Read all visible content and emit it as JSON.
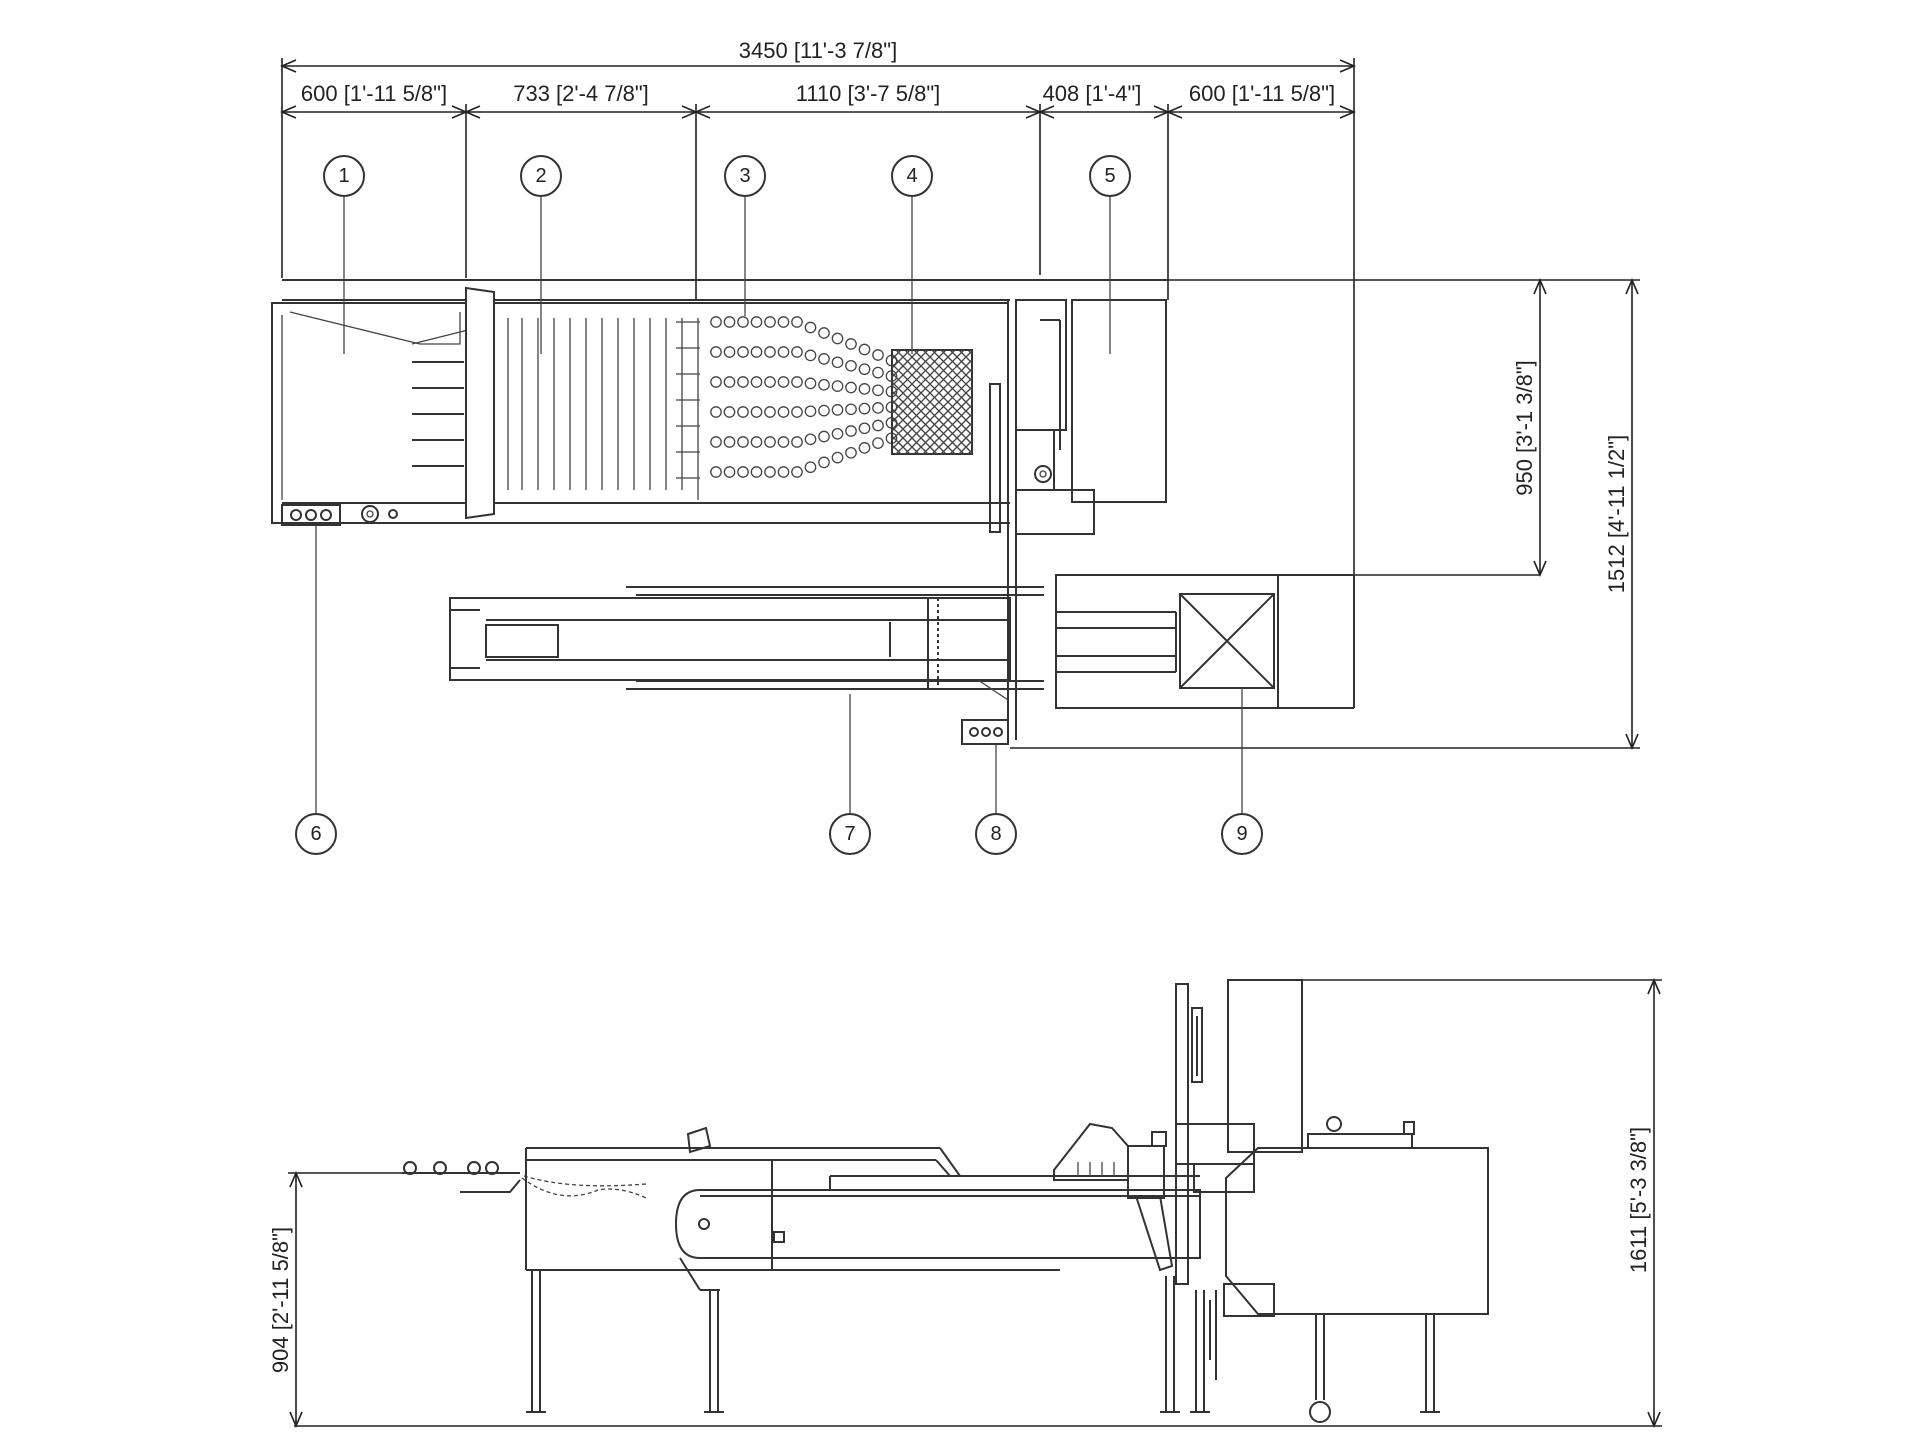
{
  "dimensions": {
    "overall_width": "3450 [11'-3 7/8\"]",
    "seg1": "600 [1'-11 5/8\"]",
    "seg2": "733 [2'-4 7/8\"]",
    "seg3": "1110 [3'-7 5/8\"]",
    "seg4": "408 [1'-4\"]",
    "seg5": "600 [1'-11 5/8\"]",
    "depth_main": "950 [3'-1 3/8\"]",
    "depth_total": "1512 [4'-11 1/2\"]",
    "height_infeed": "904 [2'-11 5/8\"]",
    "height_total": "1611 [5'-3 3/8\"]"
  },
  "callouts": [
    "1",
    "2",
    "3",
    "4",
    "5",
    "6",
    "7",
    "8",
    "9"
  ]
}
